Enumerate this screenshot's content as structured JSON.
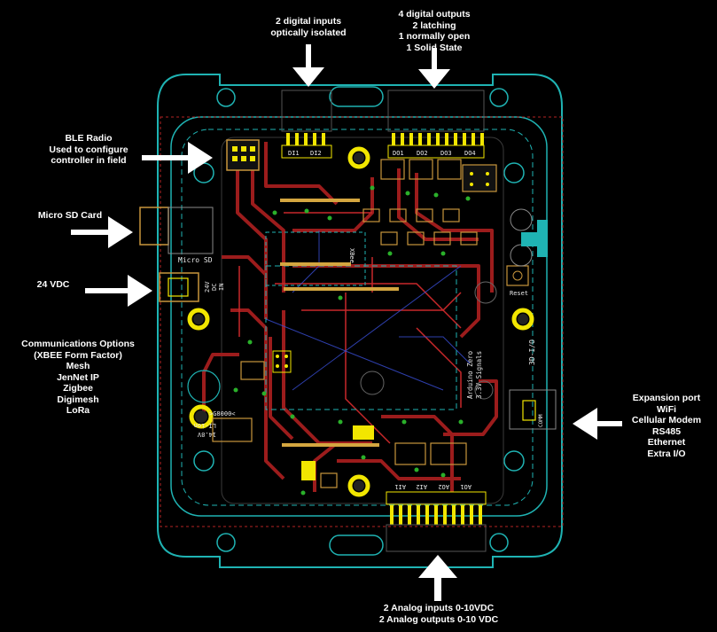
{
  "colors": {
    "background": "#000000",
    "enclosure": "#1fb3b3",
    "trace_red": "#9c1c1c",
    "trace_red_bright": "#c8282a",
    "pad_yellow": "#f2e600",
    "copper": "#c8963c",
    "silkscreen": "#e8e8e8",
    "arrow": "#ffffff"
  },
  "annotations": {
    "digital_inputs": [
      "2 digital inputs",
      "optically isolated"
    ],
    "digital_outputs": [
      "4 digital outputs",
      "2 latching",
      "1 normally open",
      "1 Solid State"
    ],
    "ble_radio": [
      "BLE Radio",
      "Used to configure",
      "controller in field"
    ],
    "micro_sd": [
      "Micro SD Card"
    ],
    "power": [
      "24 VDC"
    ],
    "comms": [
      "Communications Options",
      "(XBEE Form Factor)",
      "Mesh",
      "JenNet IP",
      "Zigbee",
      "Digimesh",
      "LoRa"
    ],
    "expansion": [
      "Expansion port",
      "WiFi",
      "Cellular Modem",
      "RS485",
      "Ethernet",
      "Extra I/O"
    ],
    "analog": [
      "2 Analog inputs 0-10VDC",
      "2 Analog outputs 0-10 VDC"
    ]
  },
  "silkscreen": {
    "di1": "DI1",
    "di2": "DI2",
    "do1": "DO1",
    "do2": "DO2",
    "do3": "DO3",
    "do4": "DO4",
    "xbee": "XBee",
    "micro_sd": "Micro SD",
    "reset": "Reset",
    "v24_a": "24V",
    "v24_b": "DC",
    "v24_c": "IN",
    "arduino": "Arduino Zero",
    "signals": "3.3V Signals",
    "rev": "3D-I/O",
    "ai1": "AI1",
    "ai2": "AI2",
    "ao1": "AO1",
    "ao2": "AO2",
    "v14": "14.8V",
    "v_li": "LI-ion",
    "battery_code": ">G8000<",
    "comm": "COMM"
  }
}
